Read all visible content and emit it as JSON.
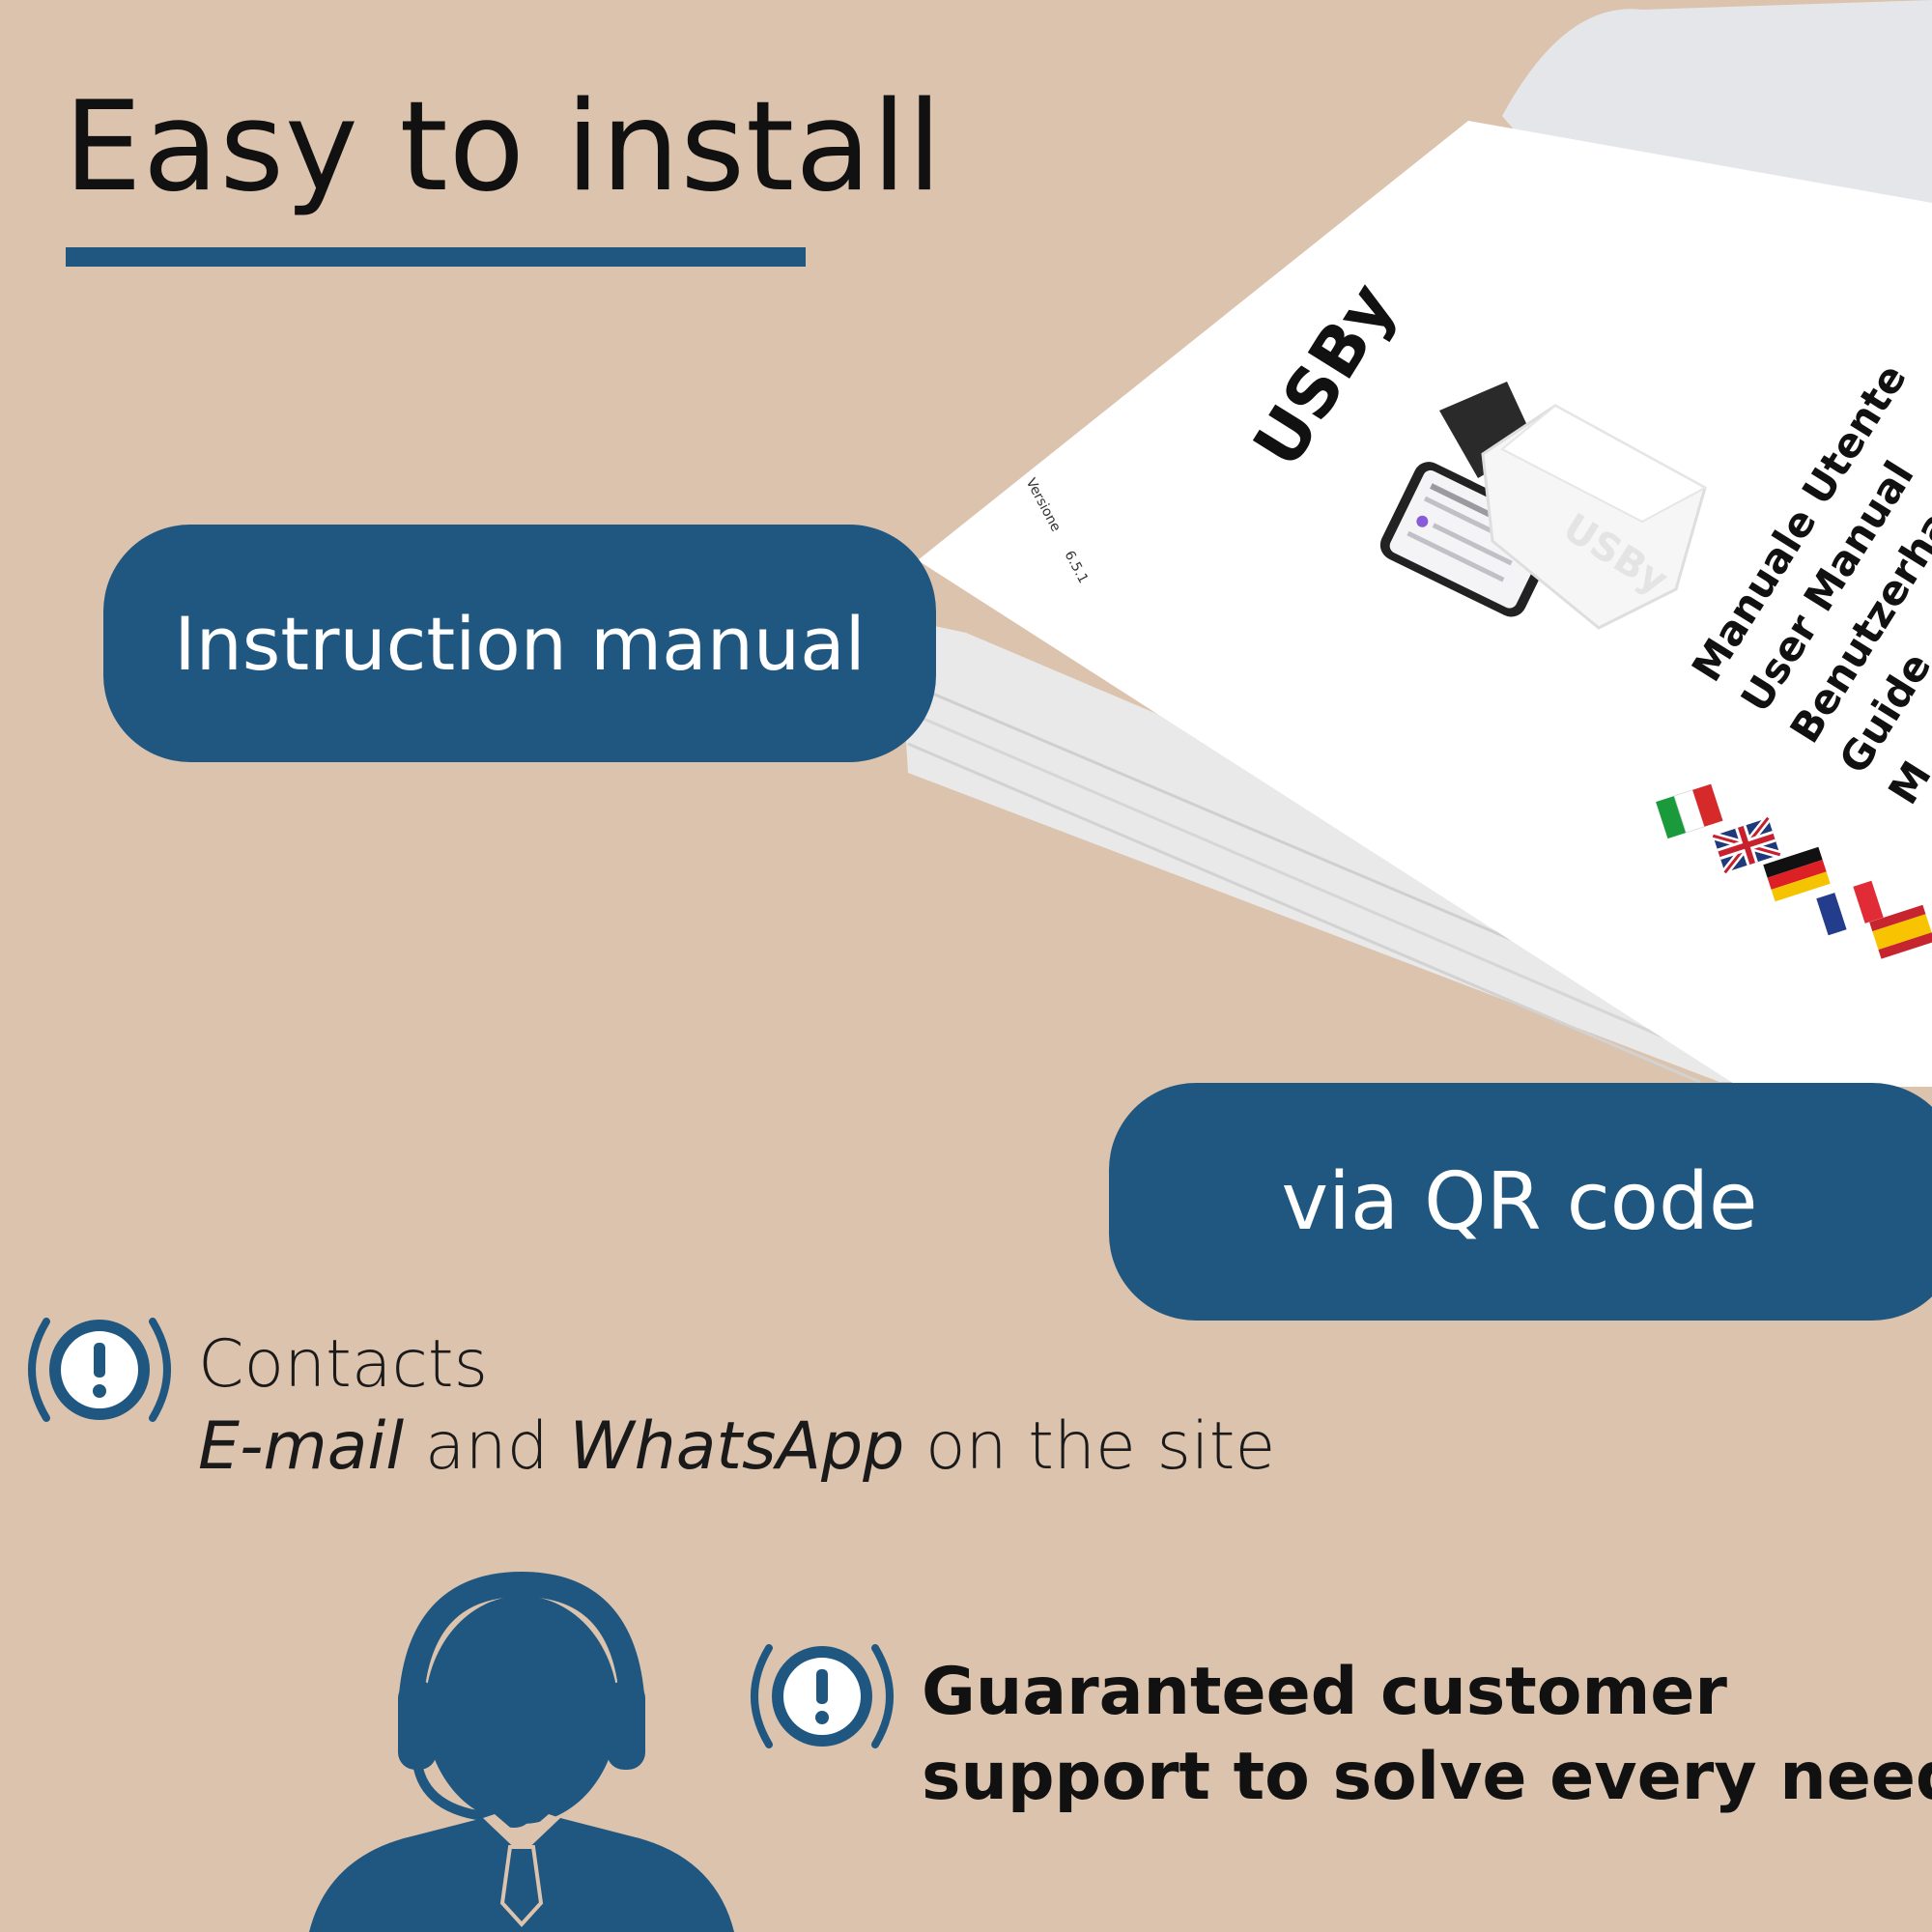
{
  "header": {
    "title": "Easy to install"
  },
  "manual_cover": {
    "brand": "USBy",
    "version_label": "Versione",
    "version_number": "6.5.1",
    "languages": [
      "Manuale Utente",
      "User Manual",
      "Benutzerhan",
      "Guide",
      "M"
    ],
    "brand_on_device": "USBy"
  },
  "badges": {
    "instruction_manual": "Instruction manual",
    "qr_code": "via QR code"
  },
  "contacts": {
    "line1": "Contacts",
    "email": "E-mail",
    "and": " and ",
    "whatsapp": "WhatsApp",
    "tail": " on the site"
  },
  "support": {
    "line1": "Guaranteed customer",
    "line2": "support to solve every need"
  },
  "colors": {
    "background": "#dcc3ad",
    "accent": "#1f5780"
  },
  "icons": {
    "alert": "exclamation-alert-icon",
    "agent": "support-agent-icon"
  }
}
